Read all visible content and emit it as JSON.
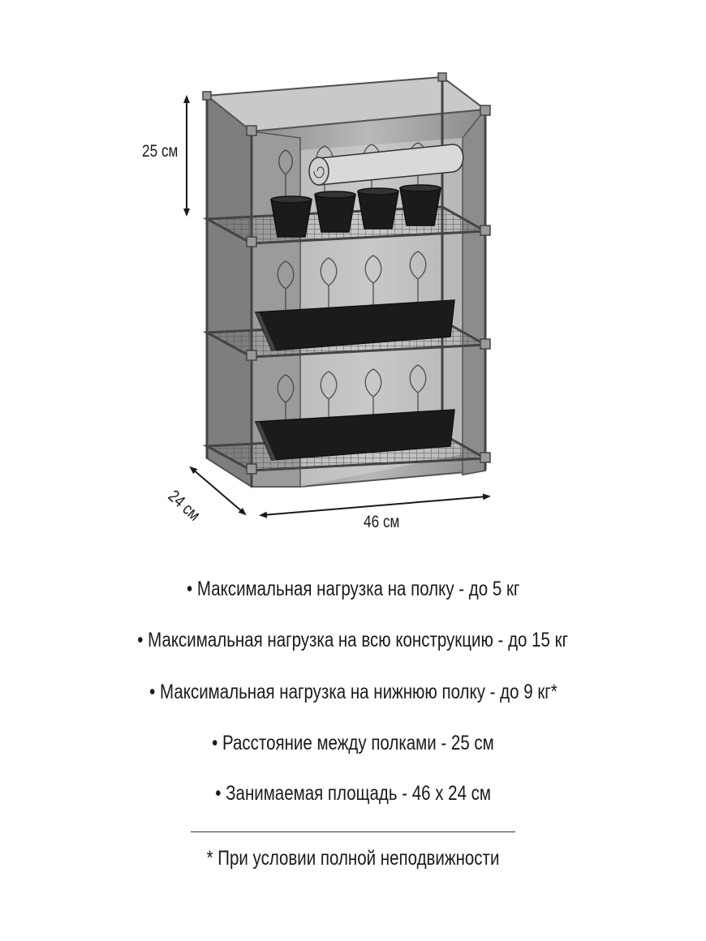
{
  "dimensions": {
    "height": "25 см",
    "width": "46 см",
    "depth": "24 см"
  },
  "specs": [
    "• Максимальная нагрузка на полку - до 5 кг",
    "• Максимальная нагрузка на всю конструкцию - до 15 кг",
    "• Максимальная нагрузка на нижнюю полку - до 9 кг*",
    "• Расстояние между полками - 25 см",
    "• Занимаемая  площадь - 46 х 24 см"
  ],
  "footnote": "* При условии полной неподвижности",
  "colors": {
    "cover": "#9a9a9a",
    "frame": "#555555",
    "pot": "#1b1b1b",
    "text": "#1a1a1a"
  },
  "icons": [
    "shelf-rack-illustration",
    "pot-icon",
    "planter-box-icon",
    "leaf-icon",
    "film-roll-icon",
    "dimension-arrow-icon"
  ]
}
